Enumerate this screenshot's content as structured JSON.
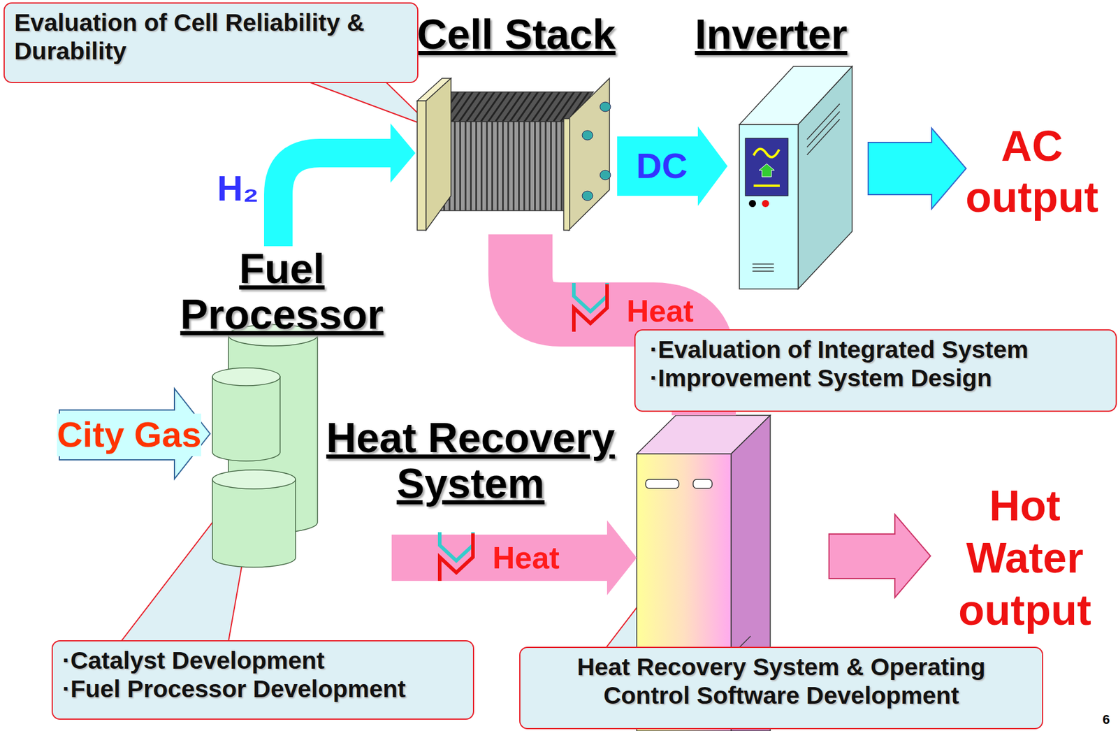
{
  "diagram": {
    "nodes": [
      {
        "text": [
          "Cell Stack"
        ]
      },
      {
        "text": [
          "Inverter"
        ]
      },
      {
        "text": [
          "Fuel Processor"
        ]
      },
      {
        "text": [
          "Heat Recovery System"
        ]
      },
      {
        "text": [
          "Evaluation of Cell Reliability & Durability"
        ]
      },
      {
        "text": [
          "·Evaluation of Integrated System",
          "·Improvement System Design"
        ]
      },
      {
        "text": [
          "·Catalyst Development",
          "·Fuel Processor Development"
        ]
      },
      {
        "text": [
          "Heat Recovery System & Operating Control Software Development"
        ]
      }
    ],
    "edges": [
      {
        "from": 2,
        "to": 0,
        "arrow": "to",
        "label": "H₂"
      },
      {
        "from": 0,
        "to": 1,
        "arrow": "to",
        "label": "DC"
      },
      {
        "from": 0,
        "to": 3,
        "arrow": "none",
        "label": "Heat"
      },
      {
        "from": 2,
        "to": 3,
        "arrow": "to",
        "label": "Heat"
      }
    ],
    "labels": [
      "City Gas",
      "AC output",
      "Hot Water output",
      "6"
    ]
  }
}
